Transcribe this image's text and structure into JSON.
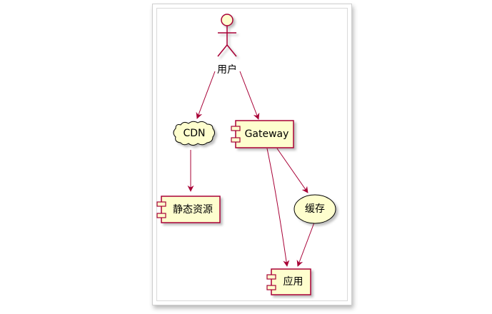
{
  "nodes": {
    "user": {
      "label": "用户"
    },
    "cdn": {
      "label": "CDN"
    },
    "gateway": {
      "label": "Gateway"
    },
    "static": {
      "label": "静态资源"
    },
    "cache": {
      "label": "缓存"
    },
    "app": {
      "label": "应用"
    }
  },
  "edges": [
    {
      "from": "user",
      "to": "cdn"
    },
    {
      "from": "user",
      "to": "gateway"
    },
    {
      "from": "cdn",
      "to": "static"
    },
    {
      "from": "gateway",
      "to": "cache"
    },
    {
      "from": "gateway",
      "to": "app"
    },
    {
      "from": "cache",
      "to": "app"
    }
  ],
  "colors": {
    "node_fill": "#FEFECE",
    "stroke": "#A80036"
  }
}
